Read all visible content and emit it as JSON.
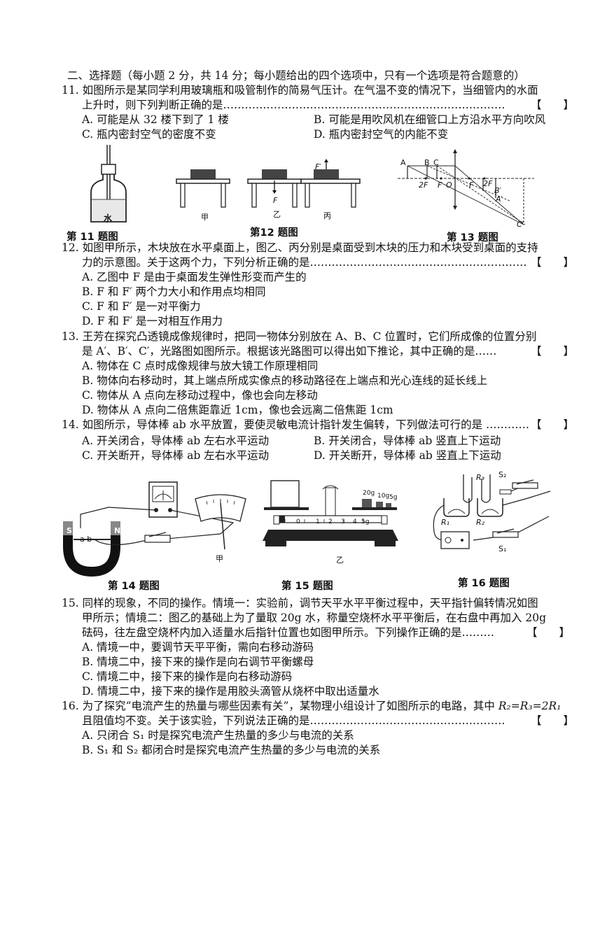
{
  "section_title": "二、选择题（每小题 2 分，共 14 分；每小题给出的四个选项中，只有一个选项是符合题意的）",
  "bracket": "【　　】",
  "q11": {
    "line1": "11.  如图所示是某同学利用玻璃瓶和吸管制作的简易气压计。在气温不变的情况下，当细管内的水面",
    "line2": "上升时，则下列判断正确的是……………………………………………………………………",
    "A": "A.  可能是从 32 楼下到了 1 楼",
    "B": "B.  可能是用吹风机在细管口上方沿水平方向吹风",
    "C": "C.  瓶内密封空气的密度不变",
    "D": "D.  瓶内密封空气的内能不变"
  },
  "figures_row1": {
    "fig11_caption": "第 11 题图",
    "fig11_water": "水",
    "fig12_caption": "第12 题图",
    "fig12_labels": [
      "甲",
      "乙",
      "丙"
    ],
    "fig12_F": "F",
    "fig12_Fp": "F′",
    "fig13_caption": "第 13 题图",
    "fig13_labels": [
      "A",
      "B",
      "C",
      "2F",
      "F",
      "O",
      "F",
      "2F",
      "B′",
      "A′",
      "C′"
    ]
  },
  "q12": {
    "line1": "12.  如图甲所示，木块放在水平桌面上，图乙、丙分别是桌面受到木块的压力和木块受到桌面的支持",
    "line2": "力的示意图。关于这两个力，下列分析正确的是……………………………………………………",
    "A": "A.  乙图中 F 是由于桌面发生弹性形变而产生的",
    "B": "B.  F 和 F′ 两个力大小和作用点均相同",
    "C": "C.  F 和 F′ 是一对平衡力",
    "D": "D.  F 和 F′ 是一对相互作用力"
  },
  "q13": {
    "line1": "13.  王芳在探究凸透镜成像规律时，把同一物体分别放在 A、B、C 位置时，它们所成像的位置分别",
    "line2": "是 A′、B′、C′，光路图如图所示。根据该光路图可以得出如下推论，其中正确的是……",
    "A": "A.  物体在 C 点时成像规律与放大镜工作原理相同",
    "B": "B.  物体向右移动时，其上端点所成实像点的移动路径在上端点和光心连线的延长线上",
    "C": "C.  物体从 A 点向左移动过程中，像也会向左移动",
    "D": "D.  物体从 A 点向二倍焦距靠近 1cm，像也会远离二倍焦距 1cm"
  },
  "q14": {
    "line1": "14.  如图所示，导体棒 ab 水平放置，要使灵敏电流计指针发生偏转，下列做法可行的是 …………",
    "A": "A.  开关闭合，导体棒 ab 左右水平运动",
    "B": "B.  开关闭合，导体棒 ab 竖直上下运动",
    "C": "C.  开关断开，导体棒 ab 左右水平运动",
    "D": "D.  开关断开，导体棒 ab 竖直上下运动"
  },
  "figures_row2": {
    "fig14_caption": "第 14 题图",
    "fig14_magnet": [
      "S",
      "N"
    ],
    "fig14_rod": "a b",
    "fig15_caption": "第 15 题图",
    "fig15_sub": [
      "甲",
      "乙"
    ],
    "fig15_weights": [
      "20g",
      "10g",
      "5g"
    ],
    "fig15_scale": [
      "0",
      "1",
      "2",
      "3",
      "4",
      "5g"
    ],
    "fig16_caption": "第 16 题图",
    "fig16_labels": [
      "R₃",
      "S₂",
      "R₁",
      "R₂",
      "S₁"
    ]
  },
  "q15": {
    "line1": "15.  同样的现象，不同的操作。情境一：实验前，调节天平水平平衡过程中，天平指针偏转情况如图",
    "line2": "甲所示；情境二：图乙的基础上为了量取 20g 水，称量空烧杯水平平衡后，在右盘中再加入 20g",
    "line3": "砝码，往左盘空烧杯内加入适量水后指针位置也如图甲所示。下列操作正确的是………",
    "A": "A.  情境一中，要调节天平平衡，需向右移动游码",
    "B": "B.  情境二中，接下来的操作是向右调节平衡螺母",
    "C": "C.  情境二中，接下来的操作是向右移动游码",
    "D": "D.  情境二中，接下来的操作是用胶头滴管从烧杯中取出适量水"
  },
  "q16": {
    "line1_a": "16.  为了探究“电流产生的热量与哪些因素有关”，某物理小组设计了如图所示的电路，其中 ",
    "line1_b": "R₂=R₃=2R₁",
    "line2": "且阻值均不变。关于该实验，下列说法正确的是………………………………………………",
    "A": "A.  只闭合 S₁ 时是探究电流产生热量的多少与电流的关系",
    "B": "B.  S₁ 和 S₂ 都闭合时是探究电流产生热量的多少与电流的关系"
  }
}
